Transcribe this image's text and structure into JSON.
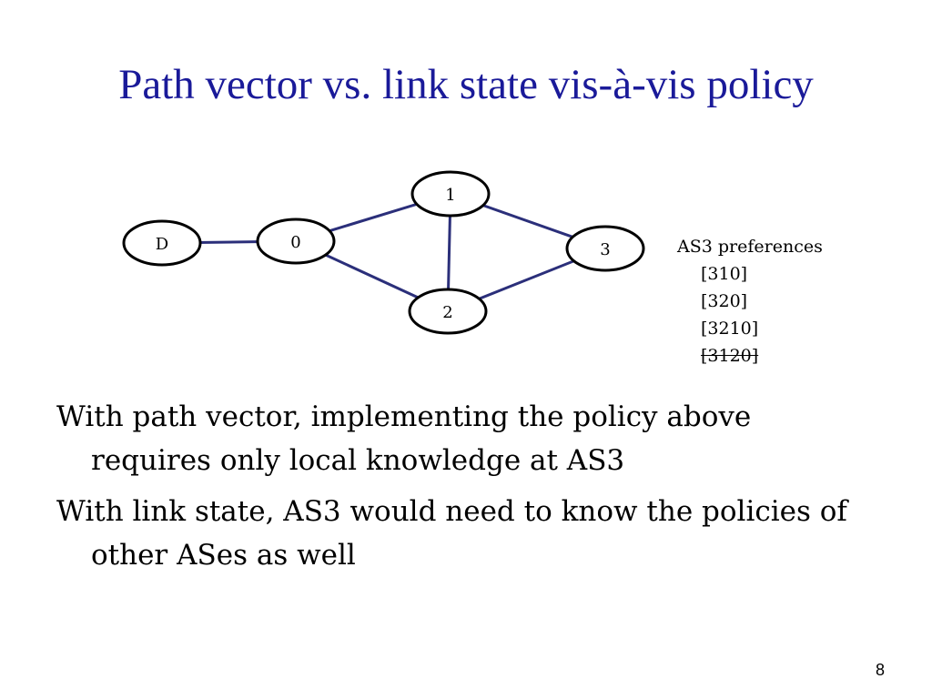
{
  "slide": {
    "title": "Path vector vs. link state vis-à-vis policy",
    "page_number": "8"
  },
  "diagram": {
    "line_color": "#2b2f7a",
    "nodes": [
      {
        "id": "D",
        "label": "D"
      },
      {
        "id": "0",
        "label": "0"
      },
      {
        "id": "1",
        "label": "1"
      },
      {
        "id": "2",
        "label": "2"
      },
      {
        "id": "3",
        "label": "3"
      }
    ],
    "edges": [
      [
        "D",
        "0"
      ],
      [
        "0",
        "1"
      ],
      [
        "0",
        "2"
      ],
      [
        "1",
        "2"
      ],
      [
        "1",
        "3"
      ],
      [
        "2",
        "3"
      ]
    ]
  },
  "preferences": {
    "heading": "AS3 preferences",
    "items": [
      {
        "text": "[310]",
        "struck": false
      },
      {
        "text": "[320]",
        "struck": false
      },
      {
        "text": "[3210]",
        "struck": false
      },
      {
        "text": "[3120]",
        "struck": true
      }
    ]
  },
  "bullets": [
    "With path vector, implementing the policy above requires only local knowledge at AS3",
    "With link state, AS3 would need to know the policies of other ASes as well"
  ]
}
